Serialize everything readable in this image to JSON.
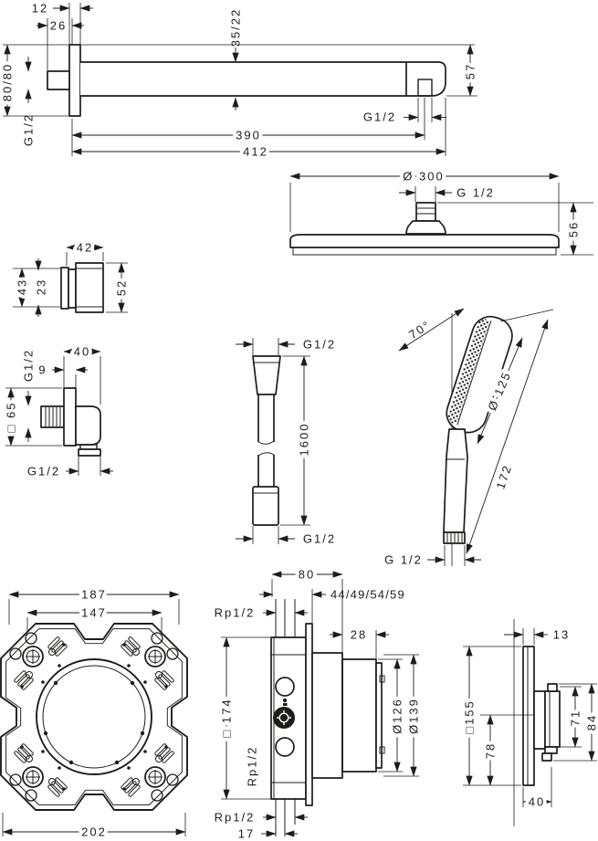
{
  "drawing": {
    "arm": {
      "d12": "12",
      "d26": "26",
      "d35_22": "35/22",
      "d80_80": "80/80",
      "g_wall": "G1/2",
      "d57": "57",
      "g_outlet": "G1/2",
      "d390": "390",
      "d412": "412"
    },
    "overhead": {
      "dia": "Ø 300",
      "g": "G 1/2",
      "d56": "56"
    },
    "holder": {
      "d42": "42",
      "d43": "43",
      "d23": "23",
      "d52": "52"
    },
    "outlet": {
      "g_top": "G1/2",
      "d40": "40",
      "d9": "9",
      "sq65": "□ 65",
      "g_bottom": "G1/2"
    },
    "hose": {
      "g_top": "G1/2",
      "d1600": "1600",
      "g_bottom": "G1/2"
    },
    "handshower": {
      "angle": "70°",
      "dia": "Ø 125",
      "d172": "172",
      "g": "G 1/2"
    },
    "plate": {
      "d187": "187",
      "d147": "147",
      "d202": "202"
    },
    "valve": {
      "d80": "80",
      "depths": "44/49/54/59",
      "rp_top": "Rp1/2",
      "d28": "28",
      "sq174": "□ 174",
      "rp_mid": "Rp1/2",
      "dia126": "Ø126",
      "dia139": "Ø139",
      "rp_bottom": "Rp1/2",
      "d17": "17"
    },
    "trim": {
      "d13": "13",
      "sq155": "□155",
      "d78": "78",
      "d71": "71",
      "d84": "84",
      "d40": "40"
    }
  }
}
